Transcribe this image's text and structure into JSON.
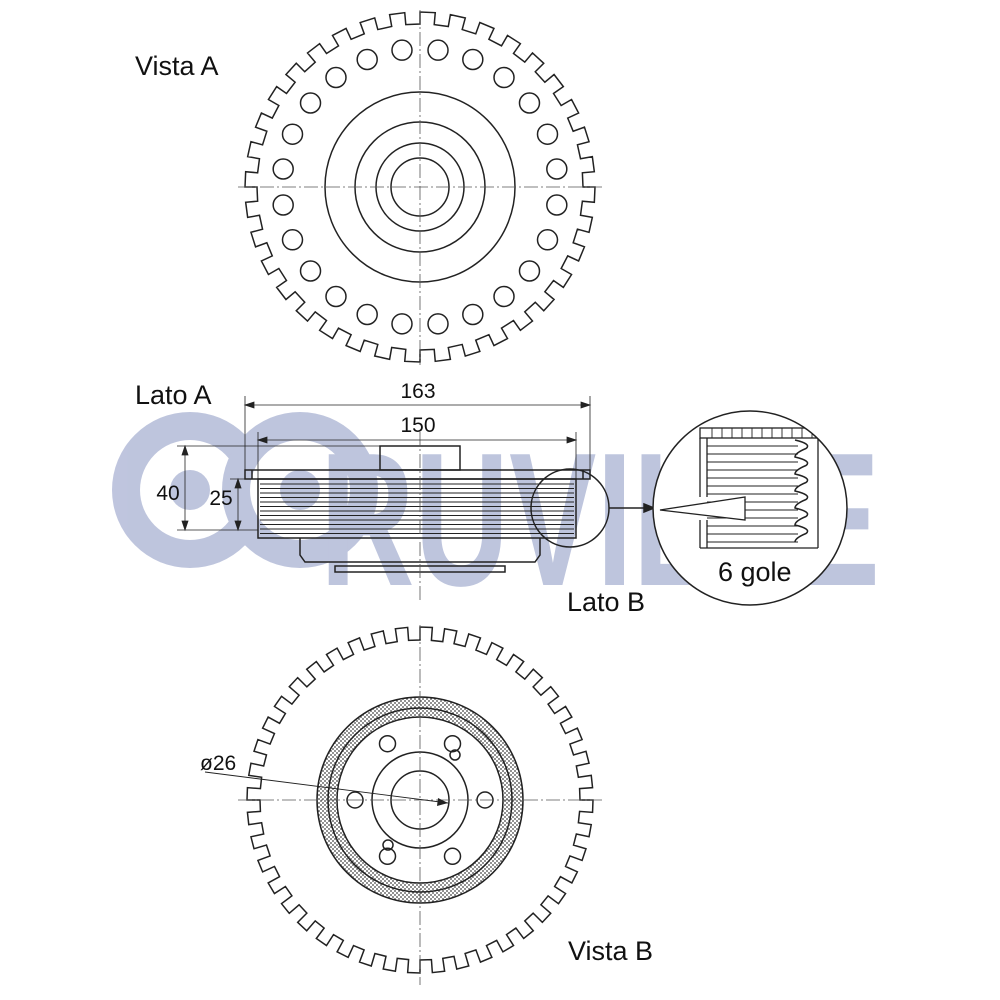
{
  "labels": {
    "view_a": "Vista A",
    "side_a": "Lato A",
    "side_b": "Lato B",
    "view_b": "Vista B"
  },
  "dimensions": {
    "overall_diameter": "163",
    "pulley_diameter": "150",
    "total_height": "40",
    "pulley_height": "25",
    "bore": "ø26"
  },
  "detail": {
    "grooves": "6 gole"
  },
  "watermark": {
    "text": "RUVILLE",
    "color": "#8a96c2"
  },
  "colors": {
    "line": "#222222",
    "centerline": "#555555"
  }
}
